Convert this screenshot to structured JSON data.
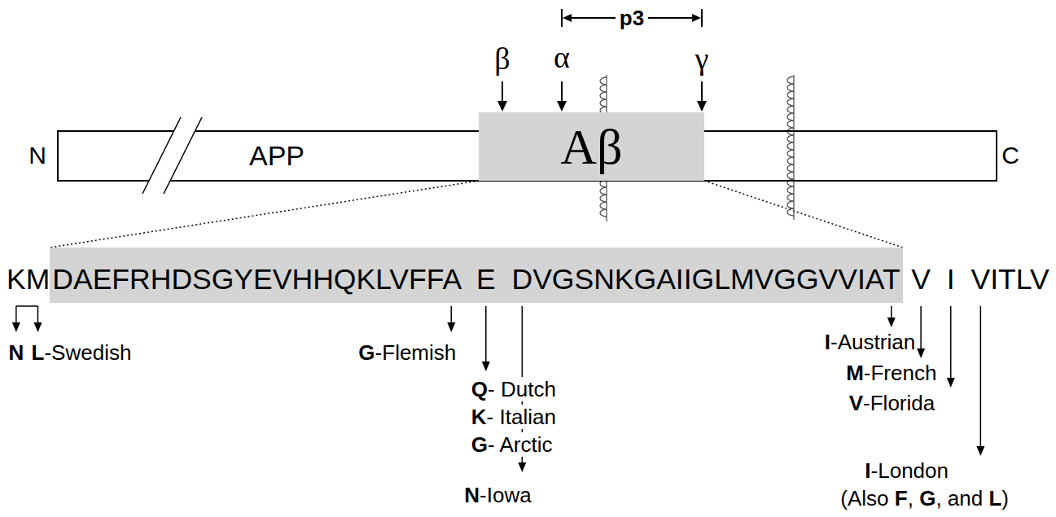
{
  "diagram": {
    "nodes": [
      {
        "text": [
          "APP"
        ]
      },
      {
        "text": [
          "Aβ"
        ]
      },
      {
        "text": [
          "DAEFRHDSGYEVHHQKLVFFA E DVGSNKGAIIGLMVGGVVIAT"
        ]
      }
    ],
    "edges": [
      {
        "from": 1,
        "to": 2,
        "arrow": "none"
      },
      {
        "from": 1,
        "to": 2,
        "arrow": "none"
      }
    ],
    "labels": [
      "p3",
      "β",
      "α",
      "γ",
      "N",
      "C",
      "KM",
      "V I VITLV",
      "N",
      "L",
      "-Swedish",
      "G",
      "-Flemish",
      "Q",
      "- Dutch",
      "K",
      "- Italian",
      "G",
      "- Arctic",
      "N",
      "-Iowa",
      "I",
      "-Austrian",
      "M",
      "-French",
      "V",
      "-Florida",
      "I",
      "-London",
      "(Also ",
      "F",
      ", ",
      "G",
      ", and ",
      "L",
      ")"
    ]
  }
}
